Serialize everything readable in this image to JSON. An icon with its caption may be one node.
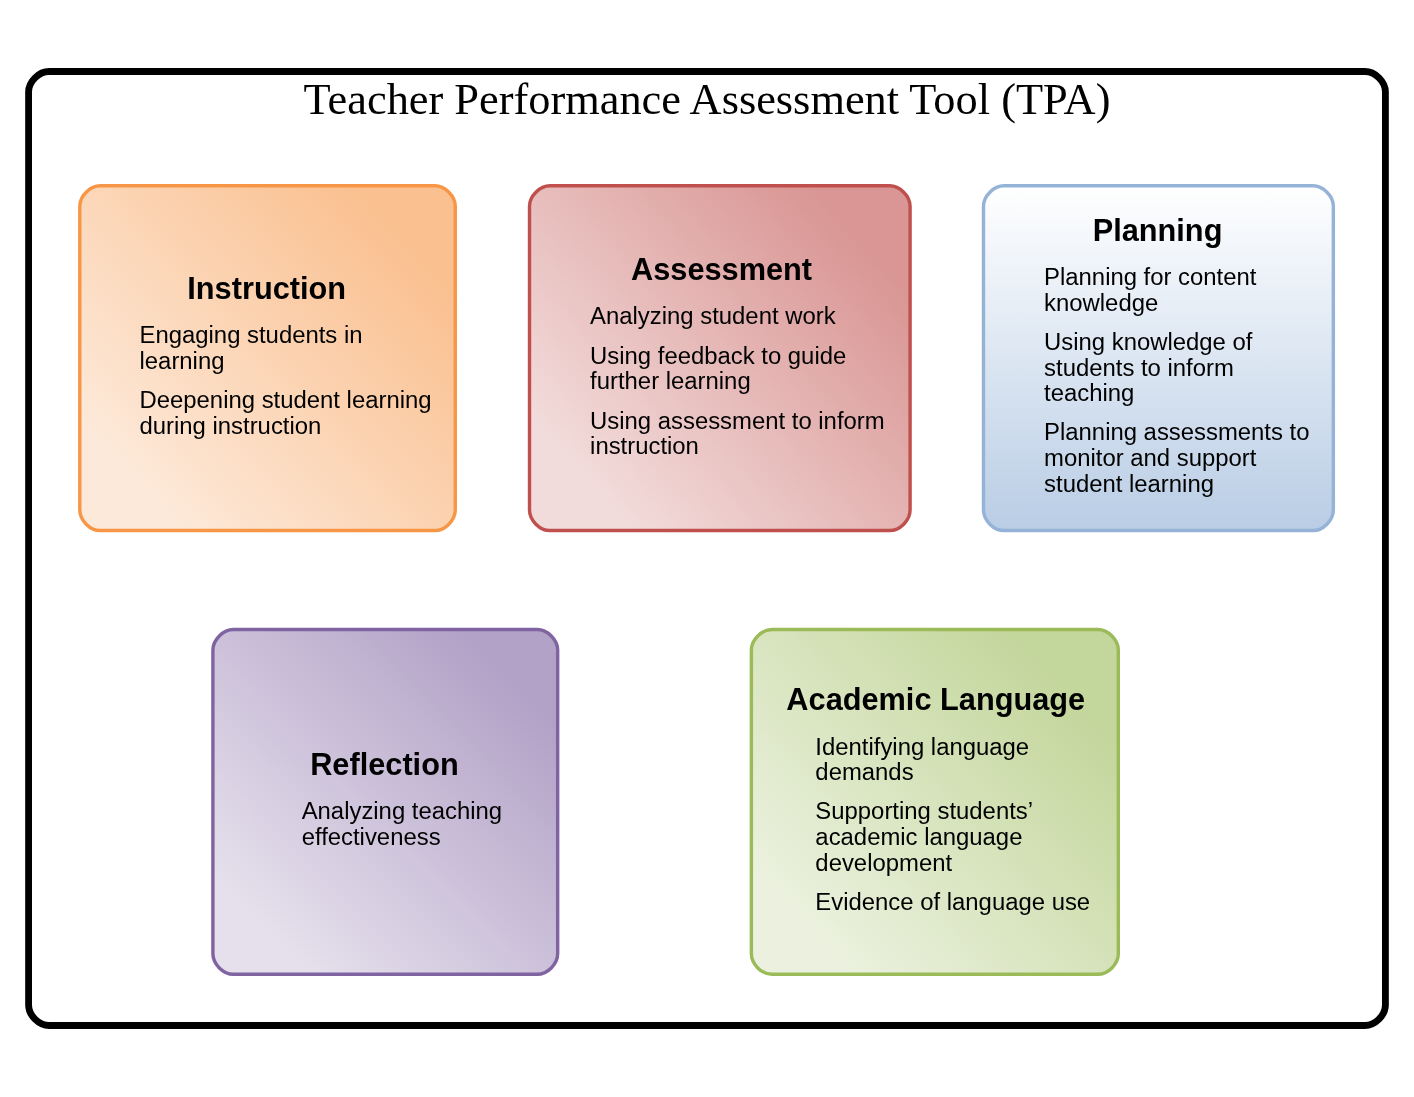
{
  "diagram": {
    "nodes": [
      {
        "text": [
          "Teacher Performance Assessment Tool (TPA)"
        ]
      },
      {
        "text": [
          "Planning",
          "Planning for content knowledge",
          "Using knowledge of students to inform teaching",
          "Planning assessments to monitor and support student learning"
        ],
        "in": 0
      },
      {
        "text": [
          "Assessment",
          "Analyzing student work",
          "Using feedback to guide further learning",
          "Using assessment to inform instruction"
        ],
        "in": 0
      },
      {
        "text": [
          "Instruction",
          "Engaging students in learning",
          "Deepening student learning during instruction"
        ],
        "in": 0
      },
      {
        "text": [
          "Academic Language",
          "Identifying language demands",
          "Supporting students’ academic language development",
          "Evidence of language use"
        ],
        "in": 0
      },
      {
        "text": [
          "Reflection",
          "Analyzing teaching effectiveness"
        ],
        "in": 0
      }
    ],
    "edges": []
  }
}
